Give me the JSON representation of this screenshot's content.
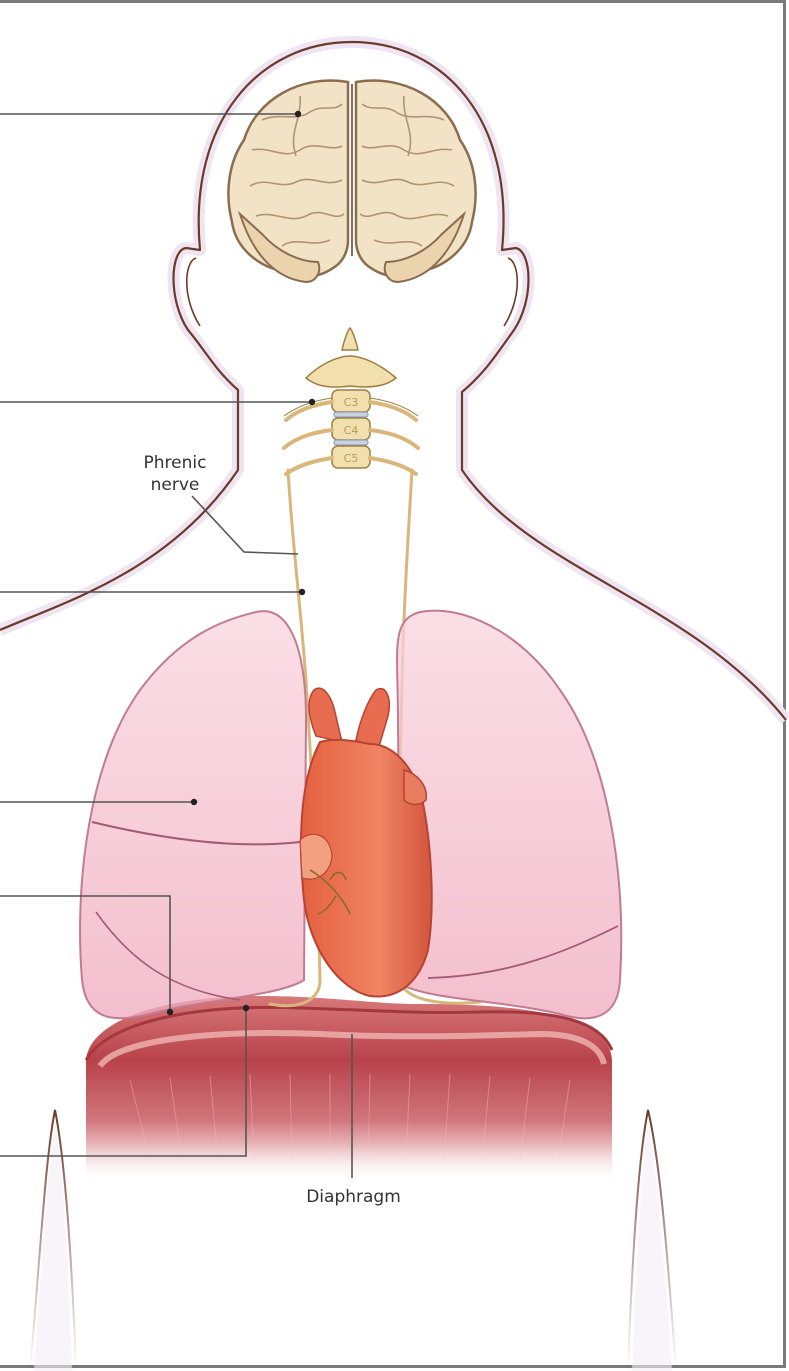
{
  "labels": {
    "phrenic_line1": "Phrenic",
    "phrenic_line2": "nerve",
    "diaphragm": "Diaphragm"
  },
  "vertebra_labels": [
    "C3",
    "C4",
    "C5"
  ],
  "colors": {
    "outline": "#6b3a2a",
    "leader": "#555555",
    "brain": "#f3e3c6",
    "brain_stroke": "#8a6d4f",
    "lung": "#f4bfcf",
    "lung_stroke": "#c27b92",
    "heart": "#e86c4f",
    "heart_dark": "#c2432d",
    "diaphragm": "#c75b5f",
    "diaphragm_dark": "#a5373f",
    "nerve": "#d9b77a",
    "spine": "#f2dfae",
    "skin_glow": "#f3ecf6"
  }
}
